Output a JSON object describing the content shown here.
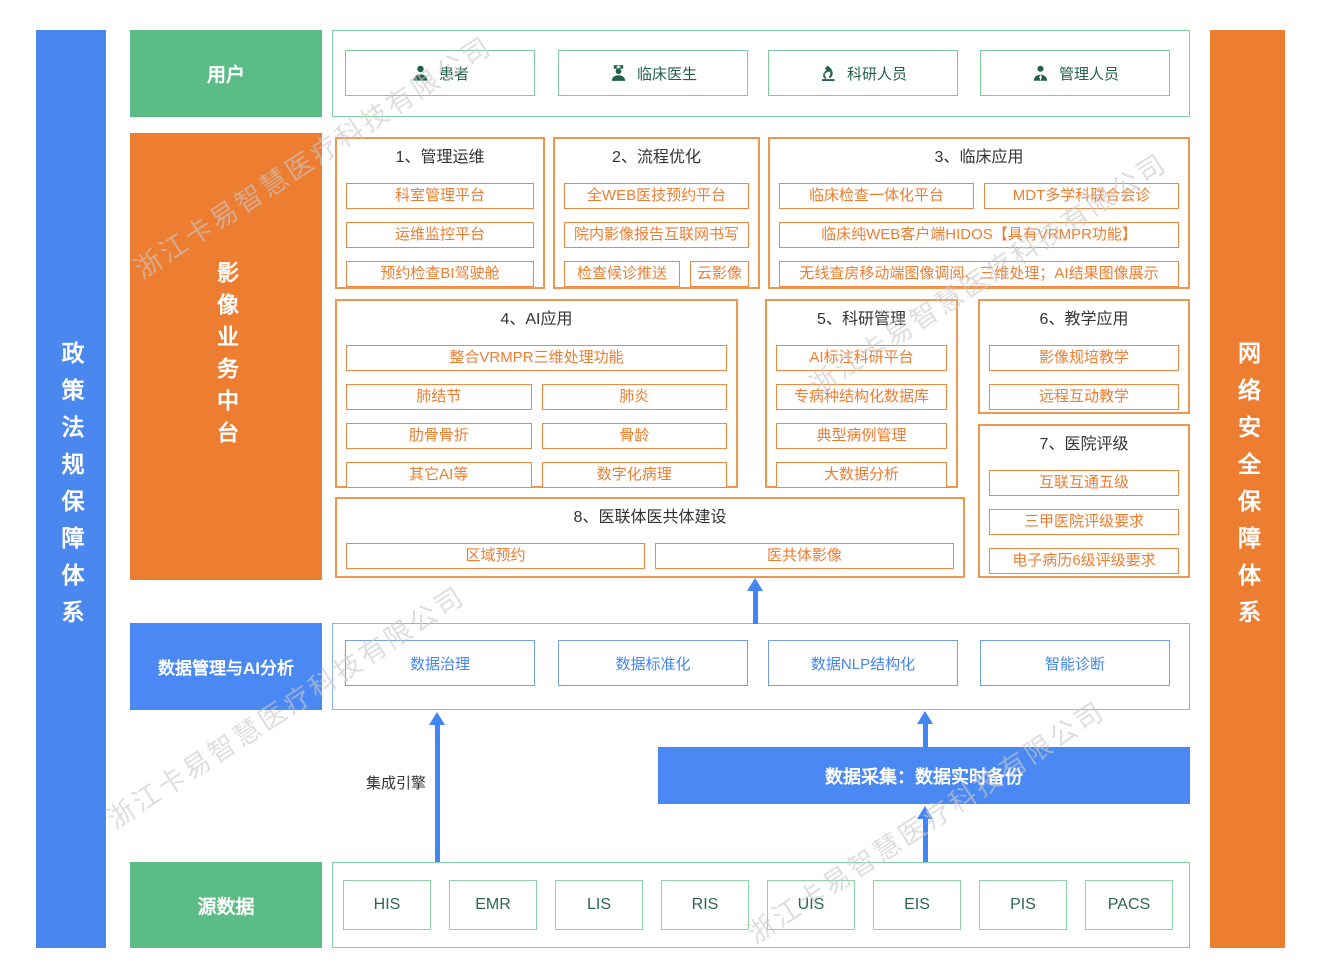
{
  "watermark": {
    "text": "浙江卡易智慧医疗科技有限公司"
  },
  "side_bars": {
    "left": {
      "label": "政策法规保障体系",
      "color": "#4a87ee"
    },
    "right": {
      "label": "网络安全保障体系",
      "color": "#ed7d31"
    }
  },
  "users": {
    "label": "用户",
    "items": [
      {
        "label": "患者",
        "icon": "patient-icon"
      },
      {
        "label": "临床医生",
        "icon": "doctor-icon"
      },
      {
        "label": "科研人员",
        "icon": "microscope-icon"
      },
      {
        "label": "管理人员",
        "icon": "manager-icon"
      }
    ]
  },
  "platform": {
    "label": "影像业务中台",
    "sections": [
      {
        "title": "1、管理运维",
        "items": [
          "科室管理平台",
          "运维监控平台",
          "预约检查BI驾驶舱"
        ]
      },
      {
        "title": "2、流程优化",
        "items": [
          "全WEB医技预约平台",
          "院内影像报告互联网书写",
          "检查候诊推送",
          "云影像"
        ]
      },
      {
        "title": "3、临床应用",
        "items": [
          "临床检查一体化平台",
          "MDT多学科联合会诊",
          "临床纯WEB客户端HIDOS【具有VRMPR功能】",
          "无线查房移动端图像调阅、三维处理；AI结果图像展示"
        ]
      },
      {
        "title": "4、AI应用",
        "items": [
          "整合VRMPR三维处理功能",
          "肺结节",
          "肺炎",
          "肋骨骨折",
          "骨龄",
          "其它AI等",
          "数字化病理"
        ]
      },
      {
        "title": "5、科研管理",
        "items": [
          "AI标注科研平台",
          "专病种结构化数据库",
          "典型病例管理",
          "大数据分析"
        ]
      },
      {
        "title": "6、教学应用",
        "items": [
          "影像规培教学",
          "远程互动教学"
        ]
      },
      {
        "title": "7、医院评级",
        "items": [
          "互联互通五级",
          "三甲医院评级要求",
          "电子病历6级评级要求"
        ]
      },
      {
        "title": "8、医联体医共体建设",
        "items": [
          "区域预约",
          "医共体影像"
        ]
      }
    ]
  },
  "data_mgmt": {
    "label": "数据管理与AI分析",
    "items": [
      "数据治理",
      "数据标准化",
      "数据NLP结构化",
      "智能诊断"
    ]
  },
  "connectors": {
    "integration_engine": "集成引擎",
    "data_collection": "数据采集：数据实时备份"
  },
  "source_data": {
    "label": "源数据",
    "items": [
      "HIS",
      "EMR",
      "LIS",
      "RIS",
      "UIS",
      "EIS",
      "PIS",
      "PACS"
    ]
  },
  "colors": {
    "green": "#5bbd85",
    "orange": "#ed7d31",
    "blue": "#4a89f3",
    "blue_text": "#4285f4",
    "orange_item_text": "#ed7d31",
    "green_text": "#23604a"
  }
}
